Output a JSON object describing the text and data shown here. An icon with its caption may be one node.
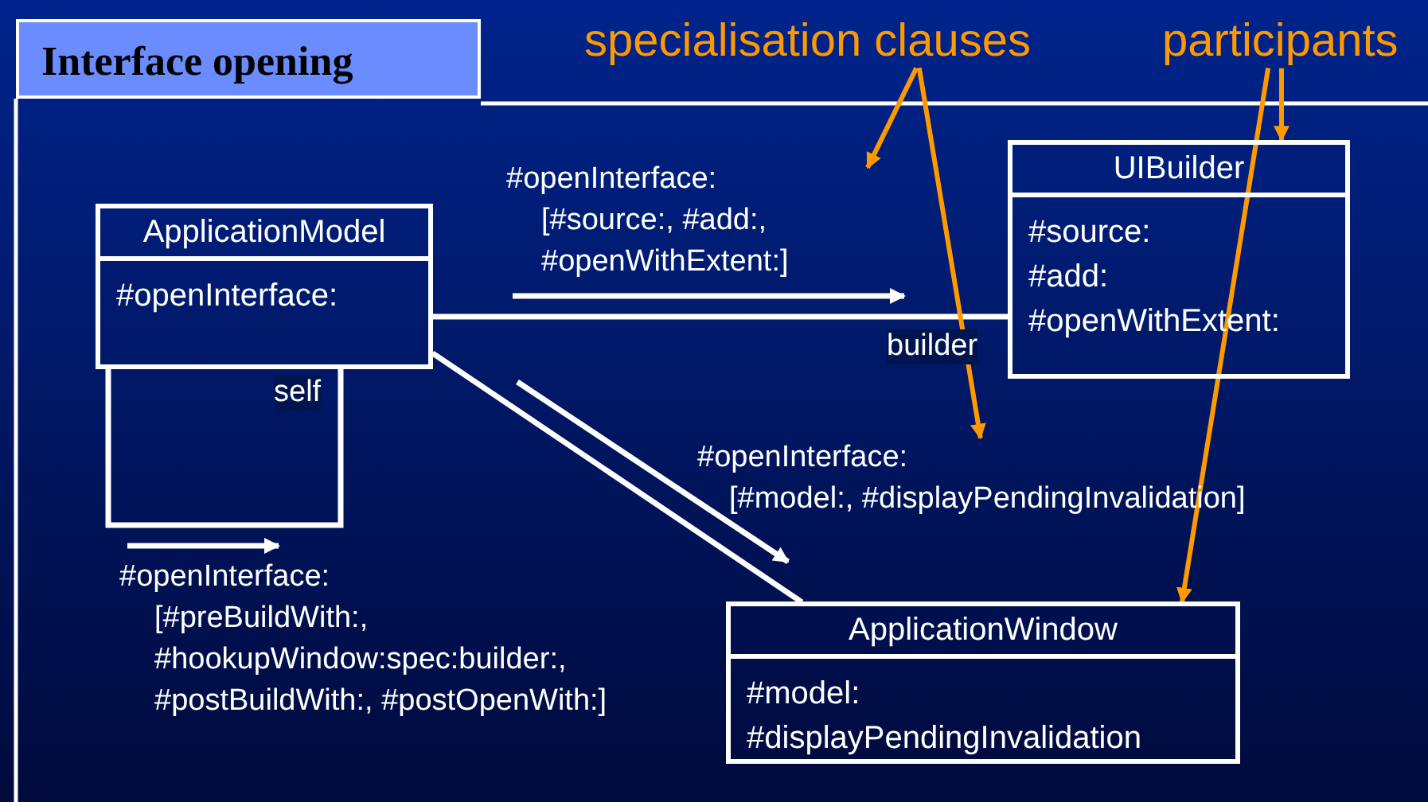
{
  "diagram": {
    "title": "Interface opening",
    "nodes": [
      {
        "text": [
          "ApplicationModel",
          "#openInterface:"
        ]
      },
      {
        "text": [
          "UIBuilder",
          "#source:",
          "#add:",
          "#openWithExtent:"
        ]
      },
      {
        "text": [
          "ApplicationWindow",
          "#model:",
          "#displayPendingInvalidation"
        ]
      },
      {
        "text": [
          "specialisation clauses"
        ]
      },
      {
        "text": [
          "participants"
        ]
      },
      {
        "text": [
          "#openInterface:",
          "[#source:, #add:, #openWithExtent:]"
        ]
      },
      {
        "text": [
          "#openInterface:",
          "[#model:, #displayPendingInvalidation]"
        ]
      }
    ],
    "edges": [
      {
        "from": 0,
        "to": 1,
        "arrow": "none",
        "label": "builder",
        "color": "#ffffff"
      },
      {
        "from": 0,
        "to": 2,
        "arrow": "none",
        "color": "#ffffff"
      },
      {
        "from": 0,
        "to": 0,
        "arrow": "none",
        "label": "self",
        "color": "#ffffff"
      },
      {
        "from": 3,
        "to": 5,
        "arrow": "to"
      },
      {
        "from": 3,
        "to": 6,
        "arrow": "to"
      },
      {
        "from": 4,
        "to": 1,
        "arrow": "to"
      },
      {
        "from": 4,
        "to": 2,
        "arrow": "to"
      }
    ],
    "labels": [
      "#openInterface:",
      "[#preBuildWith:, #hookupWindow:spec:builder:, #postBuildWith:, #postOpenWith:]"
    ]
  }
}
